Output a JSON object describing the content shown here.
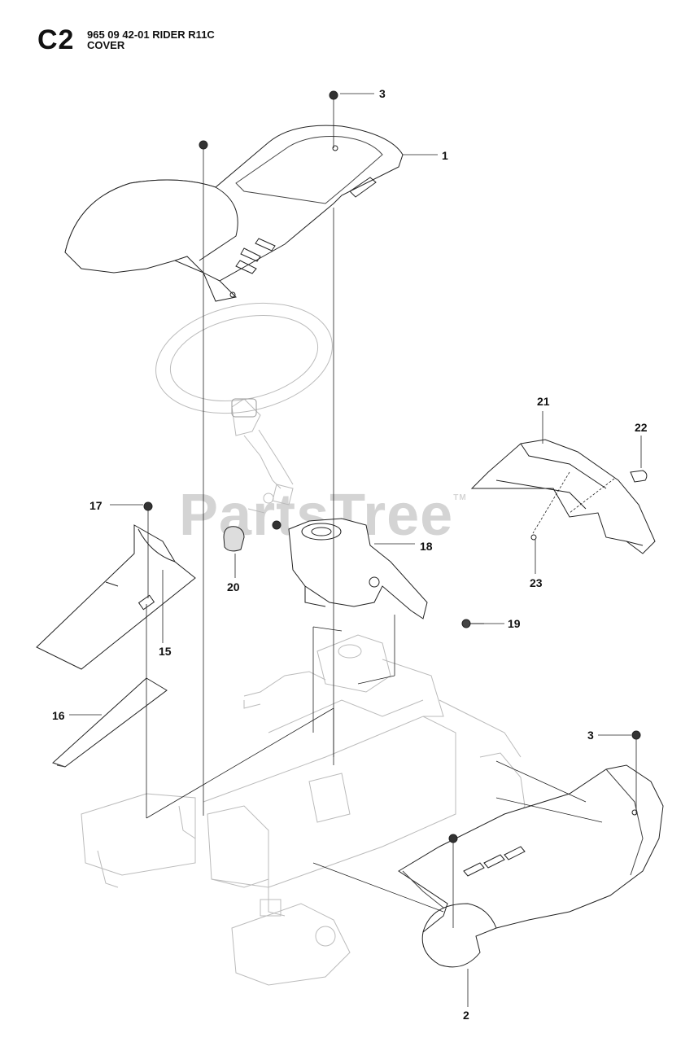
{
  "header": {
    "section": "C2",
    "model_line": "965 09 42-01 RIDER R11C",
    "title": "COVER"
  },
  "watermark": "PartsTree",
  "watermark_tm": "TM",
  "callouts": [
    {
      "id": "c1",
      "label": "1"
    },
    {
      "id": "c2",
      "label": "2"
    },
    {
      "id": "c3a",
      "label": "3"
    },
    {
      "id": "c3b",
      "label": "3"
    },
    {
      "id": "c15",
      "label": "15"
    },
    {
      "id": "c16",
      "label": "16"
    },
    {
      "id": "c17",
      "label": "17"
    },
    {
      "id": "c18",
      "label": "18"
    },
    {
      "id": "c19",
      "label": "19"
    },
    {
      "id": "c20",
      "label": "20"
    },
    {
      "id": "c21",
      "label": "21"
    },
    {
      "id": "c22",
      "label": "22"
    },
    {
      "id": "c23",
      "label": "23"
    }
  ]
}
